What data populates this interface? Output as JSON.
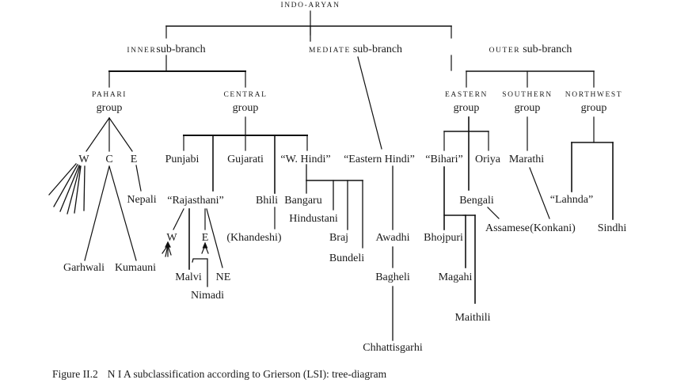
{
  "diagram": {
    "root": "INDO-ARYAN",
    "branches": {
      "inner": {
        "caps": "INNER",
        "label": "sub-branch"
      },
      "mediate": {
        "caps": "MEDIATE",
        "label": "sub-branch"
      },
      "outer": {
        "caps": "OUTER",
        "label": "sub-branch"
      }
    },
    "groups": {
      "pahari": {
        "caps": "PAHARI",
        "label": "group"
      },
      "central": {
        "caps": "CENTRAL",
        "label": "group"
      },
      "eastern": {
        "caps": "EASTERN",
        "label": "group"
      },
      "southern": {
        "caps": "SOUTHERN",
        "label": "group"
      },
      "northwest": {
        "caps": "NORTHWEST",
        "label": "group"
      }
    },
    "nodes": {
      "pahari_w": "W",
      "pahari_c": "C",
      "pahari_e": "E",
      "nepali": "Nepali",
      "garhwali": "Garhwali",
      "kumauni": "Kumauni",
      "punjabi": "Punjabi",
      "gujarati": "Gujarati",
      "w_hindi": "“W. Hindi”",
      "rajasthani": "“Rajasthani”",
      "raj_w": "W",
      "raj_e": "E",
      "malvi": "Malvi",
      "ne": "NE",
      "nimadi": "Nimadi",
      "bhili": "Bhili",
      "khandeshi": "(Khandeshi)",
      "bangaru": "Bangaru",
      "hindustani": "Hindustani",
      "braj": "Braj",
      "bundeli": "Bundeli",
      "eastern_hindi": "“Eastern Hindi”",
      "awadhi": "Awadhi",
      "bagheli": "Bagheli",
      "chhattisgarhi": "Chhattisgarhi",
      "bihari": "“Bihari”",
      "oriya": "Oriya",
      "bengali": "Bengali",
      "assamese": "Assamese",
      "bhojpuri": "Bhojpuri",
      "magahi": "Magahi",
      "maithili": "Maithili",
      "marathi": "Marathi",
      "konkani": "(Konkani)",
      "lahnda": "“Lahnda”",
      "sindhi": "Sindhi"
    }
  },
  "caption": {
    "figure": "Figure II.2",
    "text": "N I A subclassification according to Grierson (LSI): tree-diagram"
  }
}
